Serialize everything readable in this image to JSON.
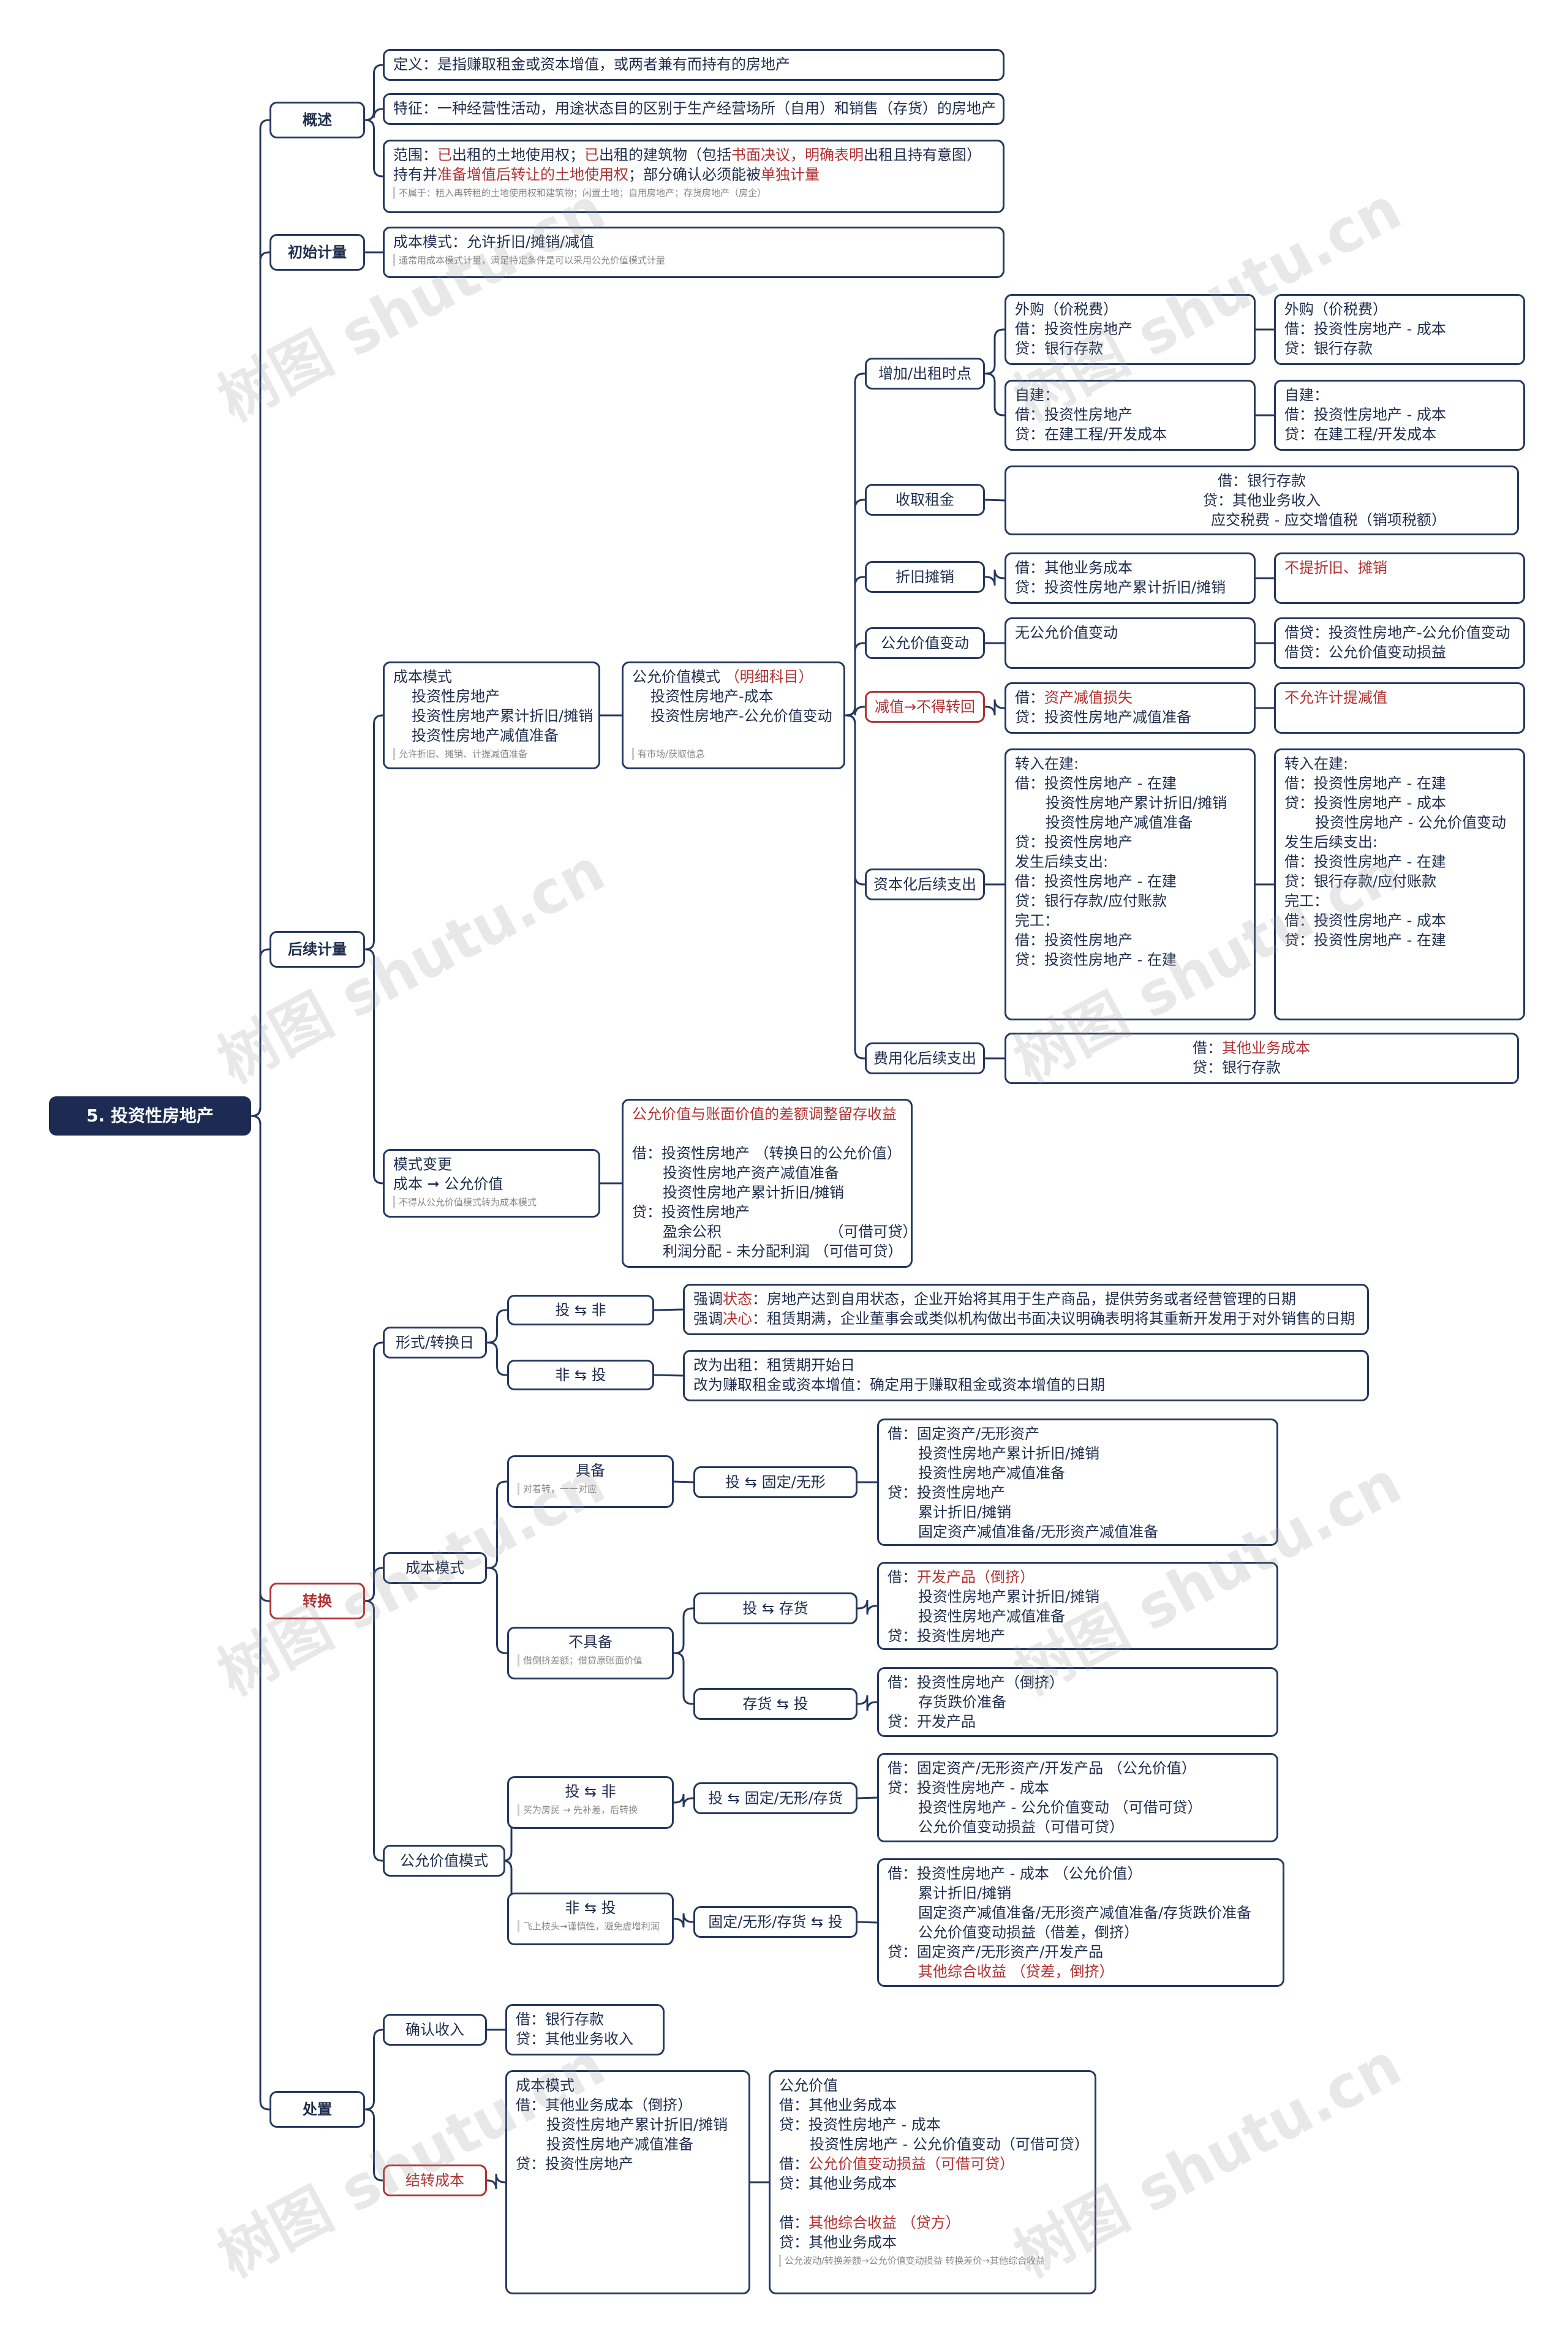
{
  "watermark": "树图 shutu.cn",
  "root": "5. 投资性房地产",
  "sections": {
    "overview": {
      "label": "概述",
      "definition": "定义：是指赚取租金或资本增值，或两者兼有而持有的房地产",
      "feature": "特征：一种经营性活动，用途状态目的区别于生产经营场所（自用）和销售（存货）的房地产",
      "scope_line1_a": "范围：",
      "scope_line1_b": "已",
      "scope_line1_c": "出租的土地使用权；",
      "scope_line1_d": "已",
      "scope_line1_e": "出租的建筑物（包括",
      "scope_line1_f": "书面决议，明确表明",
      "scope_line1_g": "出租且持有意图）",
      "scope_line2_a": "持有并",
      "scope_line2_b": "准备增值后转让的土地使用权",
      "scope_line2_c": "；部分确认必须能被",
      "scope_line2_d": "单独计量",
      "scope_note": "不属于：租入再转租的土地使用权和建筑物；闲置土地；自用房地产；存货房地产（房企）"
    },
    "initial": {
      "label": "初始计量",
      "text": "成本模式：允许折旧/摊销/减值",
      "note": "通常用成本模式计量，满足特定条件是可以采用公允价值模式计量"
    },
    "subsequent": {
      "label": "后续计量",
      "cost_model": [
        "成本模式",
        "投资性房地产",
        "投资性房地产累计折旧/摊销",
        "投资性房地产减值准备"
      ],
      "cost_note": "允许折旧、摊销、计提减值准备",
      "fv_model_a": "公允价值模式",
      "fv_model_b": "（明细科目）",
      "fv_model_lines": [
        "投资性房地产-成本",
        "投资性房地产-公允价值变动"
      ],
      "fv_note": "有市场/获取信息",
      "items": {
        "increase": "增加/出租时点",
        "purchase_cost": [
          "外购（价税费）",
          "借：投资性房地产",
          "贷：银行存款"
        ],
        "purchase_fv": [
          "外购（价税费）",
          "借：投资性房地产 - 成本",
          "贷：银行存款"
        ],
        "self_cost": [
          "自建：",
          "借：投资性房地产",
          "贷：在建工程/开发成本"
        ],
        "self_fv": [
          "自建：",
          "借：投资性房地产 - 成本",
          "贷：在建工程/开发成本"
        ],
        "rent": "收取租金",
        "rent_entry": [
          "借：银行存款",
          "贷：其他业务收入",
          "应交税费 - 应交增值税（销项税额）"
        ],
        "depr": "折旧摊销",
        "depr_entry": [
          "借：其他业务成本",
          "贷：投资性房地产累计折旧/摊销"
        ],
        "depr_fv": "不提折旧、摊销",
        "fvchange": "公允价值变动",
        "fvchange_cost": "无公允价值变动",
        "fvchange_fv": [
          "借贷：投资性房地产-公允价值变动",
          "借贷：公允价值变动损益"
        ],
        "impair": "减值→不得转回",
        "impair_entry_a": "借：",
        "impair_entry_b": "资产减值损失",
        "impair_entry_c": "贷：投资性房地产减值准备",
        "impair_fv": "不允许计提减值",
        "cap": "资本化后续支出",
        "cap_cost": [
          "转入在建:",
          "借：投资性房地产 - 在建",
          "投资性房地产累计折旧/摊销",
          "投资性房地产减值准备",
          "贷：投资性房地产",
          "",
          "发生后续支出:",
          "借：投资性房地产 - 在建",
          "贷：银行存款/应付账款",
          "",
          "完工：",
          "借：投资性房地产",
          "贷：投资性房地产 - 在建"
        ],
        "cap_fv": [
          "转入在建:",
          "借：投资性房地产 - 在建",
          "贷：投资性房地产 - 成本",
          "投资性房地产 - 公允价值变动",
          "",
          "发生后续支出:",
          "借：投资性房地产 - 在建",
          "贷：银行存款/应付账款",
          "",
          "完工：",
          "借：投资性房地产 - 成本",
          "贷：投资性房地产 - 在建"
        ],
        "exp": "费用化后续支出",
        "exp_entry_a": "借：",
        "exp_entry_b": "其他业务成本",
        "exp_entry_c": "贷：银行存款"
      },
      "mode_change": [
        "模式变更",
        "成本 ➞ 公允价值"
      ],
      "mode_change_note": "不得从公允价值模式转为成本模式",
      "mode_change_entry_title": "公允价值与账面价值的差额调整留存收益",
      "mode_change_entry": [
        "借：投资性房地产 （转换日的公允价值）",
        "投资性房地产资产减值准备",
        "投资性房地产累计折旧/摊销",
        "贷：投资性房地产",
        "盈余公积                       （可借可贷）",
        "利润分配 - 未分配利润 （可借可贷）"
      ]
    },
    "conversion": {
      "label": "转换",
      "form_date": "形式/转换日",
      "inv_to_non": "投 ⇆ 非",
      "inv_to_non_l1_a": "强调",
      "inv_to_non_l1_b": "状态",
      "inv_to_non_l1_c": "：房地产达到自用状态，企业开始将其用于生产商品，提供劳务或者经营管理的日期",
      "inv_to_non_l2_a": "强调",
      "inv_to_non_l2_b": "决心",
      "inv_to_non_l2_c": "：租赁期满，企业董事会或类似机构做出书面决议明确表明将其重新开发用于对外销售的日期",
      "non_to_inv": "非 ⇆ 投",
      "non_to_inv_desc": [
        "改为出租：租赁期开始日",
        "改为赚取租金或资本增值：确定用于赚取租金或资本增值的日期"
      ],
      "cost_model": "成本模式",
      "have": "具备",
      "have_note": "对着转，一一对应",
      "inv_fixed": "投 ⇆ 固定/无形",
      "inv_fixed_entry": [
        "借：固定资产/无形资产",
        "投资性房地产累计折旧/摊销",
        "投资性房地产减值准备",
        "贷：投资性房地产",
        "累计折旧/摊销",
        "固定资产减值准备/无形资产减值准备"
      ],
      "nothave": "不具备",
      "nothave_note": "借倒挤差额；借贷原账面价值",
      "inv_stock": "投 ⇆ 存货",
      "inv_stock_entry_a": "借：",
      "inv_stock_entry_b": "开发产品（倒挤）",
      "inv_stock_entry_rest": [
        "投资性房地产累计折旧/摊销",
        "投资性房地产减值准备",
        "贷：投资性房地产"
      ],
      "stock_inv": "存货 ⇆ 投",
      "stock_inv_entry": [
        "借：投资性房地产（倒挤）",
        "存货跌价准备",
        "贷：开发产品"
      ],
      "fv_model": "公允价值模式",
      "fv_inv_non": "投 ⇆ 非",
      "fv_inv_non_note": "买为房民 → 先补差，后转换",
      "fv_inv_fixed": "投 ⇆ 固定/无形/存货",
      "fv_inv_fixed_entry": [
        "借：固定资产/无形资产/开发产品 （公允价值）",
        "贷：投资性房地产 - 成本",
        "投资性房地产 - 公允价值变动 （可借可贷）",
        "公允价值变动损益（可借可贷）"
      ],
      "fv_non_inv": "非 ⇆ 投",
      "fv_non_inv_note": "飞上枝头→谨慎性，避免虚增利润",
      "fv_fixed_inv": "固定/无形/存货 ⇆ 投",
      "fv_fixed_inv_entry": [
        "借：投资性房地产 - 成本 （公允价值）",
        "累计折旧/摊销",
        "固定资产减值准备/无形资产减值准备/存货跌价准备",
        "公允价值变动损益（借差，倒挤）",
        "贷：固定资产/无形资产/开发产品"
      ],
      "fv_fixed_inv_last": "其他综合收益 （贷差，倒挤）"
    },
    "disposal": {
      "label": "处置",
      "income": "确认收入",
      "income_entry": [
        "借：银行存款",
        "贷：其他业务收入"
      ],
      "cost": "结转成本",
      "cost_model_entry": [
        "成本模式",
        "借：其他业务成本（倒挤）",
        "投资性房地产累计折旧/摊销",
        "投资性房地产减值准备",
        "贷：投资性房地产"
      ],
      "fv_entry_a": [
        "公允价值",
        "借：其他业务成本",
        "贷：投资性房地产 - 成本",
        "投资性房地产 - 公允价值变动（可借可贷）",
        ""
      ],
      "fv_entry_b1": "借：",
      "fv_entry_b2": "公允价值变动损益（可借可贷）",
      "fv_entry_b3": "贷：其他业务成本",
      "fv_entry_c1": "借：",
      "fv_entry_c2": "其他综合收益 （贷方）",
      "fv_entry_c3": "贷：其他业务成本",
      "fv_note": "公允波动/转换差额→公允价值变动损益 转换差价→其他综合收益"
    }
  }
}
